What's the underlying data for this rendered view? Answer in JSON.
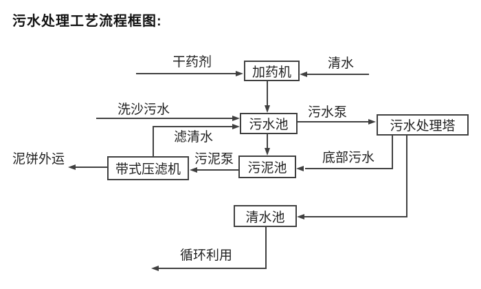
{
  "title": "污水处理工艺流程框图:",
  "colors": {
    "line": "#3f3f3f",
    "text": "#1f1f1f",
    "background": "#ffffff"
  },
  "nodes": {
    "dosing_machine": "加药机",
    "sewage_pool": "污水池",
    "treatment_tower": "污水处理塔",
    "sludge_pool": "污泥池",
    "belt_filter_press": "带式压滤机",
    "clean_water_pool": "清水池"
  },
  "edge_labels": {
    "dry_agent": "干药剂",
    "clean_water": "清水",
    "sand_washing_sewage": "洗沙污水",
    "filtered_water": "滤清水",
    "sewage_pump": "污水泵",
    "bottom_sewage": "底部污水",
    "sludge_pump": "污泥泵",
    "mud_cake_outbound": "泥饼外运",
    "recycling": "循环利用"
  },
  "flows": [
    {
      "from": "干药剂",
      "to": "加药机"
    },
    {
      "from": "清水",
      "to": "加药机"
    },
    {
      "from": "加药机",
      "to": "污水池"
    },
    {
      "from": "洗沙污水",
      "to": "污水池"
    },
    {
      "from": "带式压滤机",
      "to": "污水池",
      "label": "滤清水"
    },
    {
      "from": "污水池",
      "to": "污水处理塔",
      "label": "污水泵"
    },
    {
      "from": "污水池",
      "to": "污泥池"
    },
    {
      "from": "污水处理塔",
      "to": "污泥池",
      "label": "底部污水"
    },
    {
      "from": "污泥池",
      "to": "带式压滤机",
      "label": "污泥泵"
    },
    {
      "from": "带式压滤机",
      "to": "泥饼外运"
    },
    {
      "from": "污水处理塔",
      "to": "清水池"
    },
    {
      "from": "清水池",
      "to": "循环利用"
    }
  ]
}
